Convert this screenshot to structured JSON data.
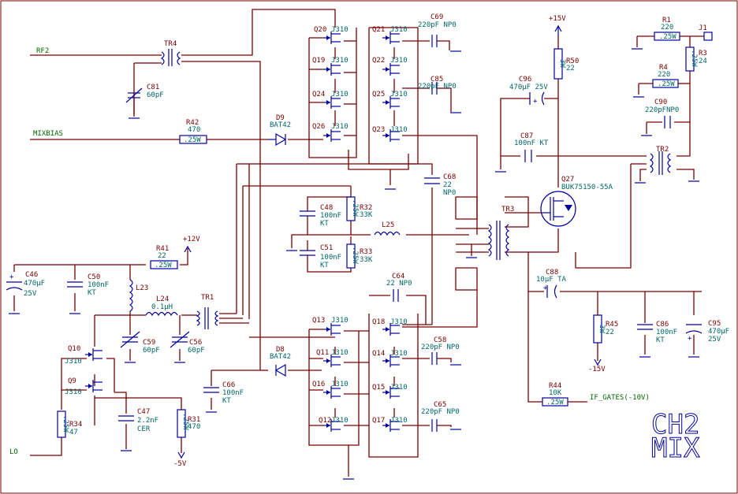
{
  "title": {
    "line1": "CH2",
    "line2": "MIX"
  },
  "nets": {
    "rf2": "RF2",
    "mixbias": "MIXBIAS",
    "lo": "LO",
    "if_gates": "IF_GATES(-10V)"
  },
  "supplies": {
    "p15": "+15V",
    "p12": "+12V",
    "m15": "-15V",
    "m5": "-5V"
  },
  "connector": {
    "j1": "J1"
  },
  "jfets": [
    {
      "ref": "Q20",
      "val": "J310"
    },
    {
      "ref": "Q19",
      "val": "J310"
    },
    {
      "ref": "Q24",
      "val": "J310"
    },
    {
      "ref": "Q26",
      "val": "J310"
    },
    {
      "ref": "Q21",
      "val": "J310"
    },
    {
      "ref": "Q22",
      "val": "J310"
    },
    {
      "ref": "Q25",
      "val": "J310"
    },
    {
      "ref": "Q23",
      "val": "J310"
    },
    {
      "ref": "Q13",
      "val": "J310"
    },
    {
      "ref": "Q11",
      "val": "J310"
    },
    {
      "ref": "Q16",
      "val": "J310"
    },
    {
      "ref": "Q12",
      "val": "J310"
    },
    {
      "ref": "Q18",
      "val": "J310"
    },
    {
      "ref": "Q14",
      "val": "J310"
    },
    {
      "ref": "Q15",
      "val": "J310"
    },
    {
      "ref": "Q17",
      "val": "J310"
    },
    {
      "ref": "Q10",
      "val": "J310"
    },
    {
      "ref": "Q9",
      "val": "J310"
    }
  ],
  "mosfet": {
    "ref": "Q27",
    "val": "BUK75150-55A"
  },
  "transformers": {
    "tr1": "TR1",
    "tr2": "TR2",
    "tr3": "TR3",
    "tr4": "TR4"
  },
  "diodes": [
    {
      "ref": "D9",
      "val": "BAT42"
    },
    {
      "ref": "D8",
      "val": "BAT42"
    }
  ],
  "caps": {
    "c81": {
      "ref": "C81",
      "val": "60pF"
    },
    "c69": {
      "ref": "C69",
      "val": "220pF NP0"
    },
    "c85": {
      "ref": "C85",
      "val": "220pF NP0"
    },
    "c68": {
      "ref": "C68",
      "val1": "22",
      "val2": "NP0"
    },
    "c48": {
      "ref": "C48",
      "val1": "100nF",
      "val2": "KT"
    },
    "c51": {
      "ref": "C51",
      "val1": "100nF",
      "val2": "KT"
    },
    "c64": {
      "ref": "C64",
      "val": "22 NP0"
    },
    "c58": {
      "ref": "C58",
      "val": "220pF NP0"
    },
    "c65": {
      "ref": "C65",
      "val": "220pF NP0"
    },
    "c66": {
      "ref": "C66",
      "val1": "100nF",
      "val2": "KT"
    },
    "c96": {
      "ref": "C96",
      "val": "470µF 25V"
    },
    "c87": {
      "ref": "C87",
      "val": "100nF KT"
    },
    "c90": {
      "ref": "C90",
      "val": "220pFNP0"
    },
    "c88": {
      "ref": "C88",
      "val": "10µF TA"
    },
    "c86": {
      "ref": "C86",
      "val1": "100nF",
      "val2": "KT"
    },
    "c95": {
      "ref": "C95",
      "val1": "470µF",
      "val2": "25V"
    },
    "c46": {
      "ref": "C46",
      "val1": "470µF",
      "val2": "25V"
    },
    "c50": {
      "ref": "C50",
      "val1": "100nF",
      "val2": "KT"
    },
    "c59": {
      "ref": "C59",
      "val": "60pF"
    },
    "c56": {
      "ref": "C56",
      "val": "60pF"
    },
    "c47": {
      "ref": "C47",
      "val1": "2.2nF",
      "val2": "CER"
    }
  },
  "resistors": {
    "r42": {
      "ref": "R42",
      "val": "470",
      "body": ".25W"
    },
    "r32": {
      "ref": "R32",
      "val": "33K",
      "body": ".25W"
    },
    "r33": {
      "ref": "R33",
      "val": "33K",
      "body": ".25W"
    },
    "r41": {
      "ref": "R41",
      "val": "22",
      "body": ".25W"
    },
    "r50": {
      "ref": "R50",
      "val": "22",
      "body": "3W"
    },
    "r1": {
      "ref": "R1",
      "val": "220",
      "body": ".25W"
    },
    "r3": {
      "ref": "R3",
      "val": "24",
      "body": ".25W"
    },
    "r4": {
      "ref": "R4",
      "val": "220",
      "body": ".25W"
    },
    "r45": {
      "ref": "R45",
      "val": "22",
      "body": "3W"
    },
    "r44": {
      "ref": "R44",
      "val": "10K",
      "body": ".25W"
    },
    "r34": {
      "ref": "R34",
      "val": "47",
      "body": ".25W"
    },
    "r31": {
      "ref": "R31",
      "val": "470",
      "body": ".25W"
    }
  },
  "inductors": {
    "l23": {
      "ref": "L23"
    },
    "l24": {
      "ref": "L24",
      "val": "0.1µH"
    },
    "l25": {
      "ref": "L25"
    }
  }
}
